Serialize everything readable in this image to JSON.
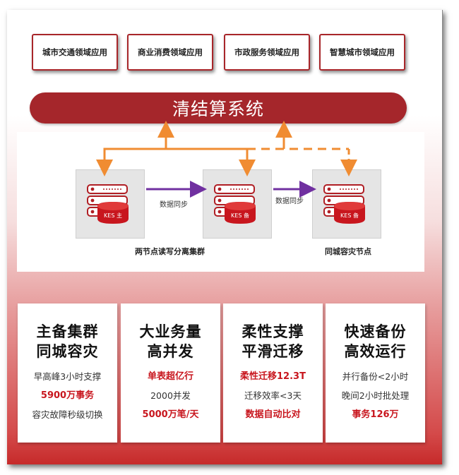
{
  "apps": [
    {
      "label": "城市交通领域应用"
    },
    {
      "label": "商业消费领域应用"
    },
    {
      "label": "市政服务领域应用"
    },
    {
      "label": "智慧城市领域应用"
    }
  ],
  "system": {
    "title": "清结算系统"
  },
  "nodes": [
    {
      "badge": "KES 主"
    },
    {
      "badge": "KES 备"
    },
    {
      "badge": "KES 备"
    }
  ],
  "sync": {
    "label_1": "数据同步",
    "label_2": "数据同步"
  },
  "clusters": {
    "rw_split": "两节点读写分离集群",
    "dr_node": "同城容灾节点"
  },
  "cards": [
    {
      "title_1": "主备集群",
      "title_2": "同城容灾",
      "lines": [
        {
          "text": "早高峰3小时支撑",
          "highlight": false
        },
        {
          "text": "5900万事务",
          "highlight": true
        },
        {
          "text": "容灾故障秒级切换",
          "highlight": false
        }
      ]
    },
    {
      "title_1": "大业务量",
      "title_2": "高并发",
      "lines": [
        {
          "text": "单表超亿行",
          "highlight": true
        },
        {
          "text": "2000并发",
          "highlight": false
        },
        {
          "text": "5000万笔/天",
          "highlight": true
        }
      ]
    },
    {
      "title_1": "柔性支撑",
      "title_2": "平滑迁移",
      "lines": [
        {
          "text": "柔性迁移12.3T",
          "highlight": true
        },
        {
          "text": "迁移效率<3天",
          "highlight": false
        },
        {
          "text": "数据自动比对",
          "highlight": true
        }
      ]
    },
    {
      "title_1": "快速备份",
      "title_2": "高效运行",
      "lines": [
        {
          "text": "并行备份<2小时",
          "highlight": false
        },
        {
          "text": "晚间2小时批处理",
          "highlight": false
        },
        {
          "text": "事务126万",
          "highlight": true
        }
      ]
    }
  ],
  "colors": {
    "brand_red": "#a5262b",
    "highlight_red": "#c8161e",
    "arrow_orange": "#f08c32",
    "sync_purple": "#7030a0"
  }
}
